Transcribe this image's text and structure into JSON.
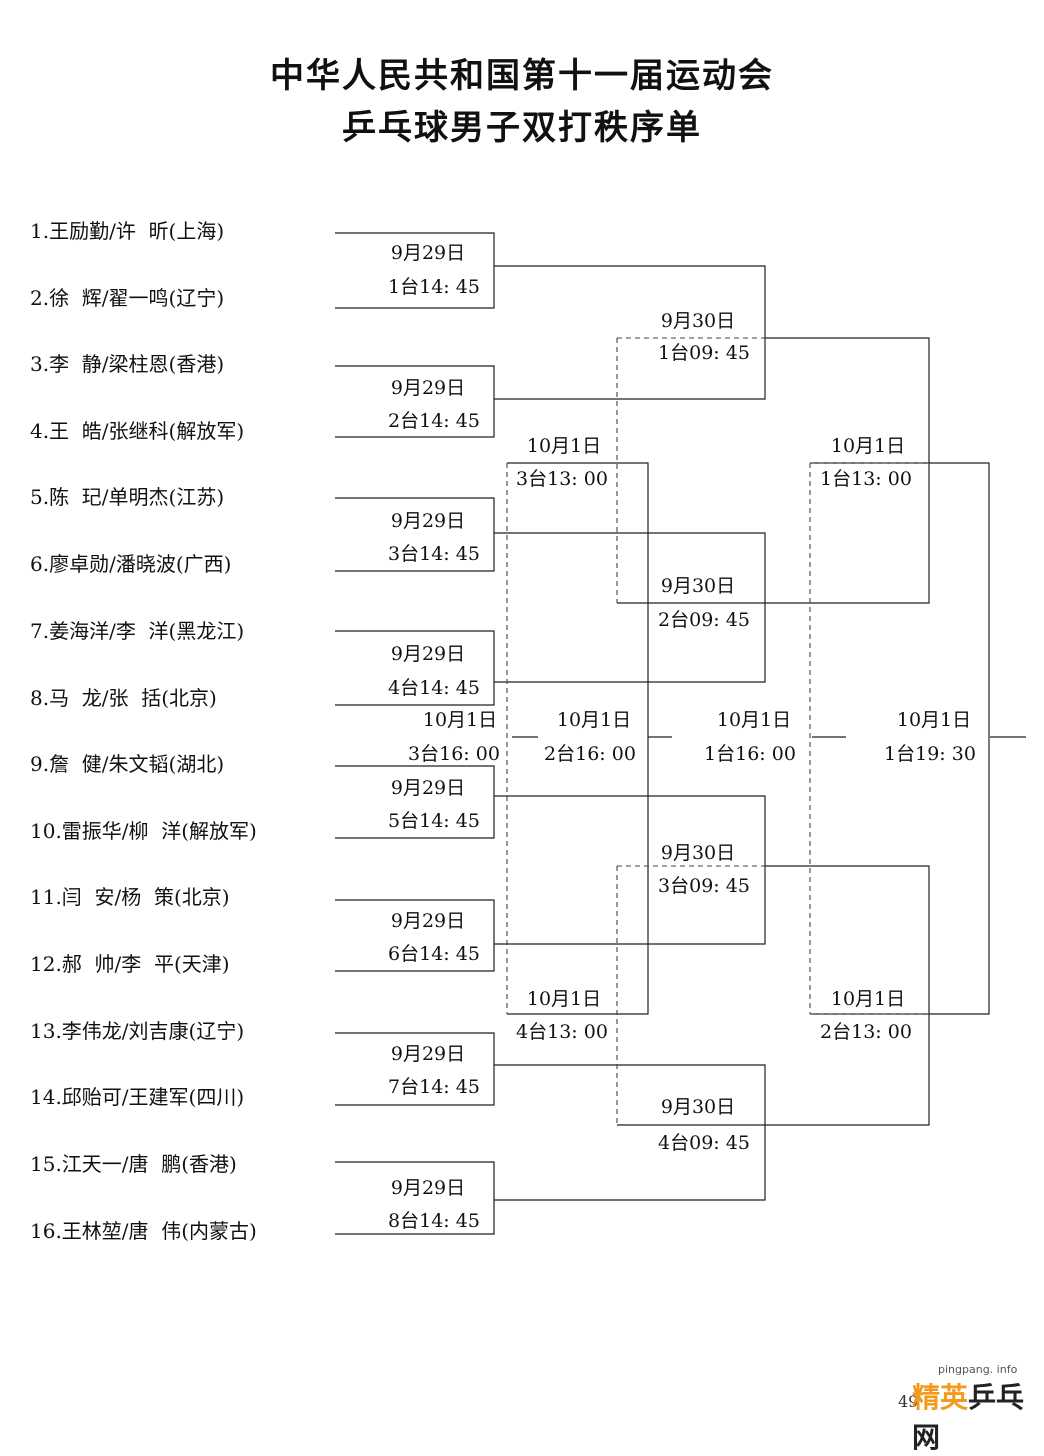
{
  "title": {
    "line1": "中华人民共和国第十一届运动会",
    "line2": "乒乓球男子双打秩序单"
  },
  "players": [
    "1.王励勤/许  昕(上海)",
    "2.徐  辉/翟一鸣(辽宁)",
    "3.李  静/梁柱恩(香港)",
    "4.王  皓/张继科(解放军)",
    "5.陈  玘/单明杰(江苏)",
    "6.廖卓勋/潘晓波(广西)",
    "7.姜海洋/李  洋(黑龙江)",
    "8.马  龙/张  括(北京)",
    "9.詹  健/朱文韬(湖北)",
    "10.雷振华/柳  洋(解放军)",
    "11.闫  安/杨  策(北京)",
    "12.郝  帅/李  平(天津)",
    "13.李伟龙/刘吉康(辽宁)",
    "14.邱贻可/王建军(四川)",
    "15.江天一/唐  鹏(香港)",
    "16.王林堃/唐  伟(内蒙古)"
  ],
  "round1": [
    {
      "date": "9月29日",
      "slot": "1台14: 45"
    },
    {
      "date": "9月29日",
      "slot": "2台14: 45"
    },
    {
      "date": "9月29日",
      "slot": "3台14: 45"
    },
    {
      "date": "9月29日",
      "slot": "4台14: 45"
    },
    {
      "date": "9月29日",
      "slot": "5台14: 45"
    },
    {
      "date": "9月29日",
      "slot": "6台14: 45"
    },
    {
      "date": "9月29日",
      "slot": "7台14: 45"
    },
    {
      "date": "9月29日",
      "slot": "8台14: 45"
    }
  ],
  "round2": [
    {
      "date": "9月30日",
      "slot": "1台09: 45"
    },
    {
      "date": "9月30日",
      "slot": "2台09: 45"
    },
    {
      "date": "9月30日",
      "slot": "3台09: 45"
    },
    {
      "date": "9月30日",
      "slot": "4台09: 45"
    }
  ],
  "repechage": [
    {
      "date": "10月1日",
      "slot": "3台13: 00"
    },
    {
      "date": "10月1日",
      "slot": "4台13: 00"
    },
    {
      "date": "10月1日",
      "slot": "1台13: 00"
    },
    {
      "date": "10月1日",
      "slot": "2台13: 00"
    }
  ],
  "middle": [
    {
      "date": "10月1日",
      "slot": "3台16: 00"
    },
    {
      "date": "10月1日",
      "slot": "2台16: 00"
    },
    {
      "date": "10月1日",
      "slot": "1台16: 00"
    },
    {
      "date": "10月1日",
      "slot": "1台19: 30"
    }
  ],
  "page_number": "49",
  "watermark": {
    "site": "pingpang. info",
    "logo_a": "精英",
    "logo_b": "乒乓网"
  }
}
